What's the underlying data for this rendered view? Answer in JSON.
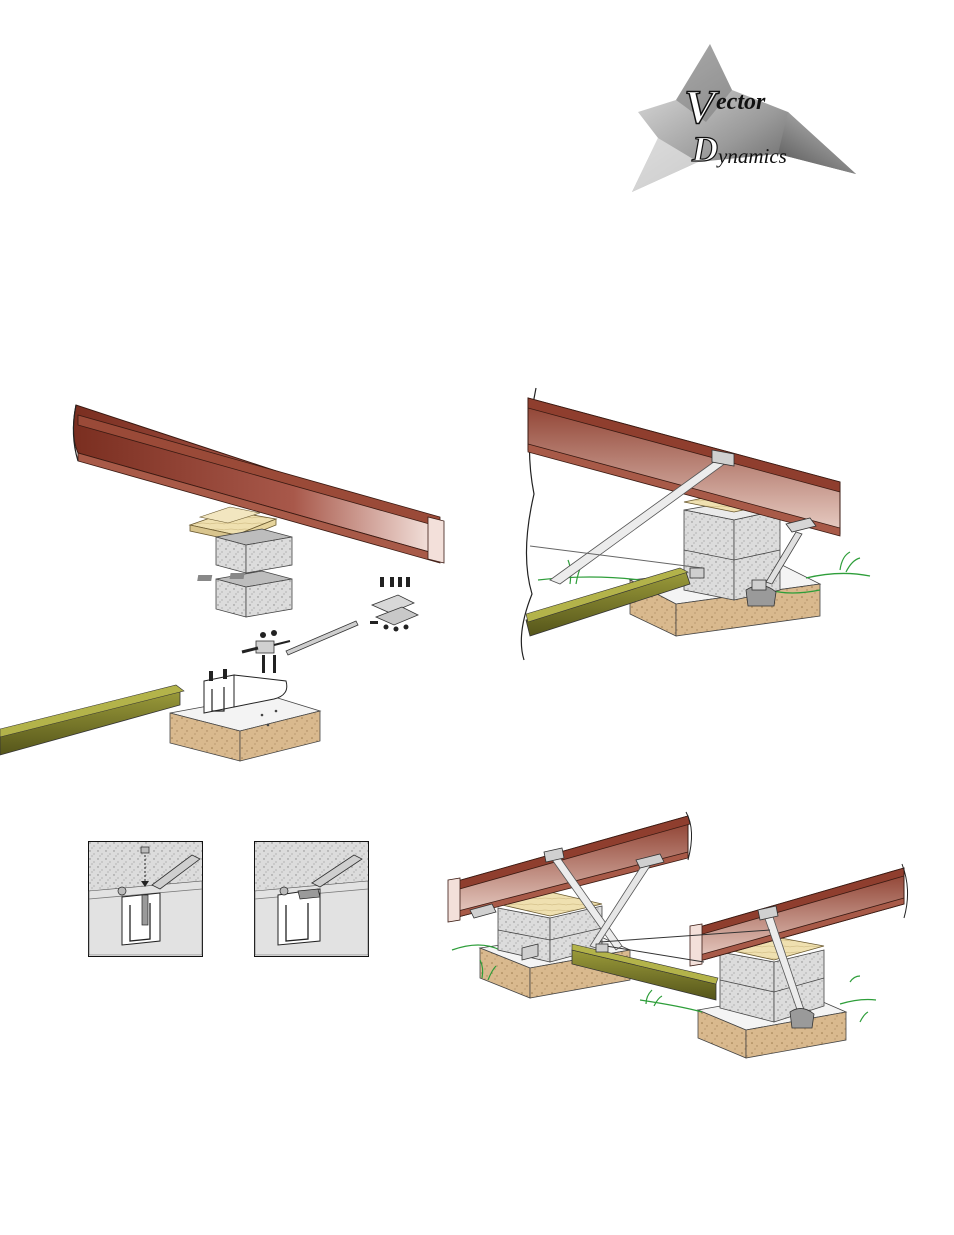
{
  "logo": {
    "word1_initial": "V",
    "word1_rest": "ector",
    "word2_initial": "D",
    "word2_rest": "ynamics"
  },
  "figures": [
    {
      "id": "exploded-assembly"
    },
    {
      "id": "installed-single-pier"
    },
    {
      "id": "detail-bolt-insertion"
    },
    {
      "id": "detail-bolt-installed"
    },
    {
      "id": "installed-two-piers"
    }
  ],
  "colors": {
    "beam": "#8b3a2a",
    "beam_highlight": "#f4e3dc",
    "stringer": "#6f6f1c",
    "concrete_block": "#d9d9d9",
    "footing": "#d8b98c",
    "grass": "#2e9e3a",
    "strap": "#e6e6e6"
  }
}
